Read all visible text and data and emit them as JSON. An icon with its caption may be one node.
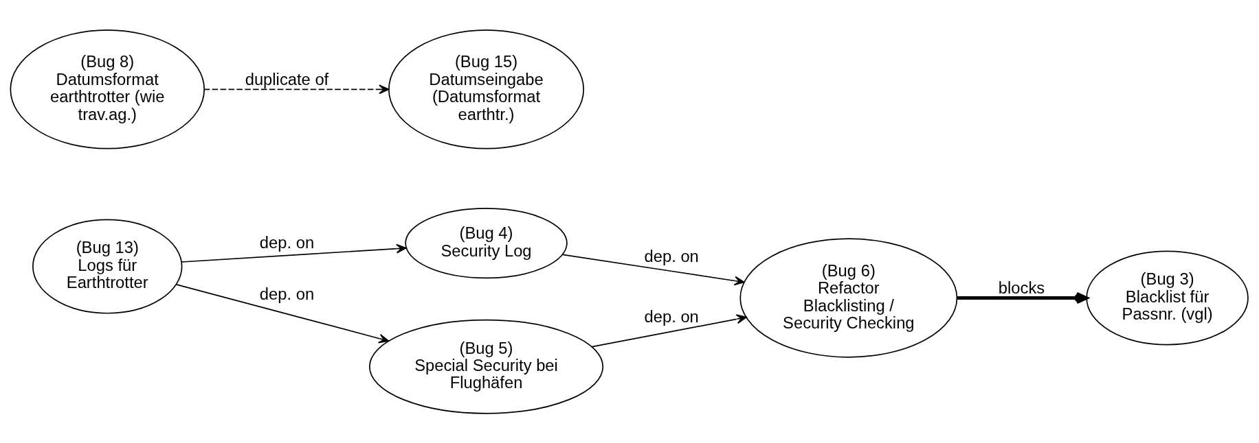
{
  "diagram": {
    "nodes": [
      {
        "text": [
          "(Bug 3)",
          "Blacklist für Passnr. (vgl)"
        ]
      },
      {
        "text": [
          "(Bug 4)",
          "Security Log"
        ]
      },
      {
        "text": [
          "(Bug 8)",
          "Datumsformat earthtrotter (wie trav.ag.)"
        ]
      },
      {
        "text": [
          "(Bug 5)",
          "Special Security bei Flughäfen"
        ]
      },
      {
        "text": [
          "(Bug 13)",
          "Logs für Earthtrotter"
        ]
      },
      {
        "text": [
          "(Bug 15)",
          "Datumseingabe (Datumsformat earthtr.)"
        ]
      },
      {
        "text": [
          "(Bug 6)",
          "Refactor Blacklisting / Security Checking"
        ]
      }
    ],
    "edges": [
      {
        "from": 4,
        "to": 1,
        "arrow": "to",
        "label": "dep. on"
      },
      {
        "from": 1,
        "to": 6,
        "arrow": "to",
        "label": "dep. on"
      },
      {
        "from": 4,
        "to": 3,
        "arrow": "to",
        "label": "dep. on"
      },
      {
        "from": 3,
        "to": 6,
        "arrow": "to",
        "label": "dep. on"
      },
      {
        "from": 6,
        "to": 0,
        "arrow": "to",
        "label": "blocks",
        "style": "thick"
      },
      {
        "from": 2,
        "to": 5,
        "arrow": "to",
        "label": "duplicate of",
        "style": "dashed"
      }
    ]
  }
}
